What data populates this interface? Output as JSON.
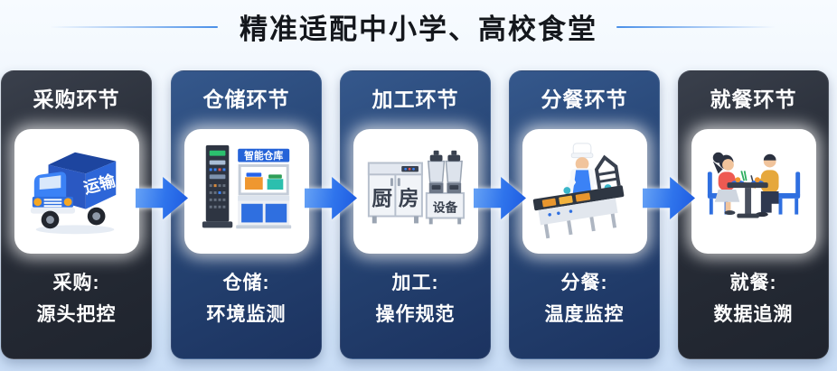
{
  "title": "精准适配中小学、高校食堂",
  "stages": [
    {
      "header": "采购环节",
      "caption_line1": "采购:",
      "caption_line2": "源头把控",
      "theme": "dark",
      "icon": "delivery-truck",
      "icon_text": "运输"
    },
    {
      "header": "仓储环节",
      "caption_line1": "仓储:",
      "caption_line2": "环境监测",
      "theme": "navy",
      "icon": "smart-warehouse-rack",
      "icon_text": "智能仓库"
    },
    {
      "header": "加工环节",
      "caption_line1": "加工:",
      "caption_line2": "操作规范",
      "theme": "navy",
      "icon": "kitchen-equipment",
      "icon_text_door_left": "厨",
      "icon_text_door_right": "房",
      "icon_text_stand": "设备"
    },
    {
      "header": "分餐环节",
      "caption_line1": "分餐:",
      "caption_line2": "温度监控",
      "theme": "navy",
      "icon": "chef-serving-line"
    },
    {
      "header": "就餐环节",
      "caption_line1": "就餐:",
      "caption_line2": "数据追溯",
      "theme": "dark",
      "icon": "students-dining-table"
    }
  ],
  "flow_arrow_icon": "right-arrow",
  "colors": {
    "card_dark": "#272c36",
    "card_navy": "#24426f",
    "arrow_blue_light": "#6aa5f6",
    "arrow_blue_deep": "#1d5ae0",
    "accent_line": "#4a8fe8",
    "title_text": "#14171c",
    "background_top": "#f7fbff",
    "background_bottom": "#c9ddf6",
    "icon_box": "#ffffff"
  }
}
